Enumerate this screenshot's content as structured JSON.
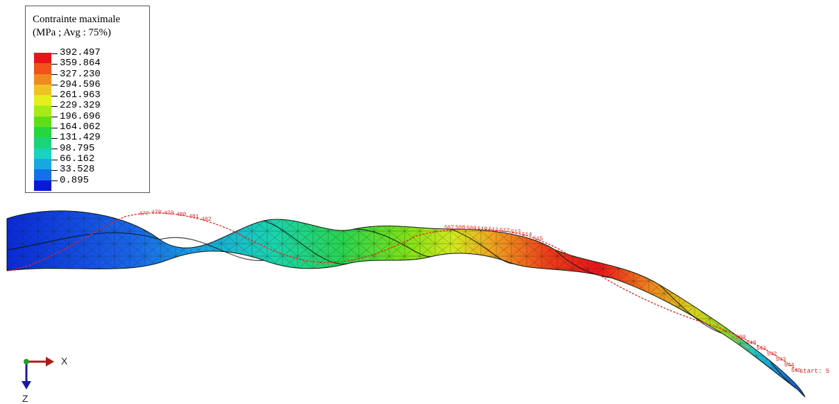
{
  "legend": {
    "title_line1": "Contrainte maximale",
    "title_line2": "(MPa ; Avg : 75%)",
    "values": [
      "392.497",
      "359.864",
      "327.230",
      "294.596",
      "261.963",
      "229.329",
      "196.696",
      "164.062",
      "131.429",
      "98.795",
      "66.162",
      "33.528",
      "0.895"
    ],
    "colors": [
      "#e8141a",
      "#f0521a",
      "#f08a20",
      "#f0c224",
      "#e6ef1e",
      "#a6ea16",
      "#5ede1a",
      "#26d63e",
      "#1ad47a",
      "#1ad2c0",
      "#18a8e0",
      "#1470e8",
      "#0a18d8"
    ]
  },
  "triad": {
    "x_label": "X",
    "z_label": "Z"
  },
  "path_label": "start: 5",
  "node_numbers": [
    "477",
    "478",
    "479",
    "480",
    "481",
    "482",
    "507",
    "508",
    "509",
    "510",
    "511",
    "512",
    "513",
    "514",
    "515",
    "539",
    "540",
    "541",
    "542",
    "543",
    "544",
    "545"
  ]
}
